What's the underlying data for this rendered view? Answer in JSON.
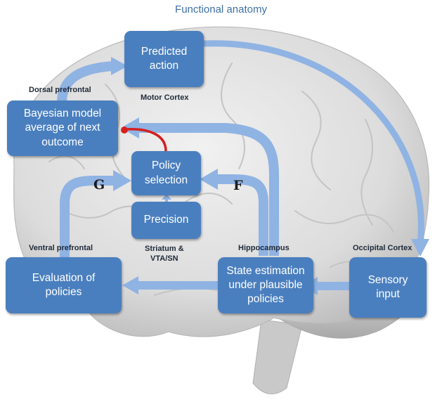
{
  "title": "Functional anatomy",
  "boxes": {
    "predicted_action": "Predicted\naction",
    "bayesian_model": "Bayesian model\naverage of next\noutcome",
    "policy_selection": "Policy\nselection",
    "precision": "Precision",
    "evaluation": "Evaluation of\npolicies",
    "state_estimation": "State estimation\nunder plausible\npolicies",
    "sensory_input": "Sensory\ninput"
  },
  "regions": {
    "dorsal_prefrontal": "Dorsal prefrontal",
    "motor_cortex": "Motor Cortex",
    "ventral_prefrontal": "Ventral prefrontal",
    "striatum": "Striatum  &\nVTA/SN",
    "hippocampus": "Hippocampus",
    "occipital_cortex": "Occipital Cortex"
  },
  "quantities": {
    "g": "G",
    "f": "F"
  },
  "colors": {
    "box": "#4a7fbf",
    "arrow": "#8fb3e3",
    "inhibitory": "#d61f1f",
    "title": "#3f6fa6"
  }
}
